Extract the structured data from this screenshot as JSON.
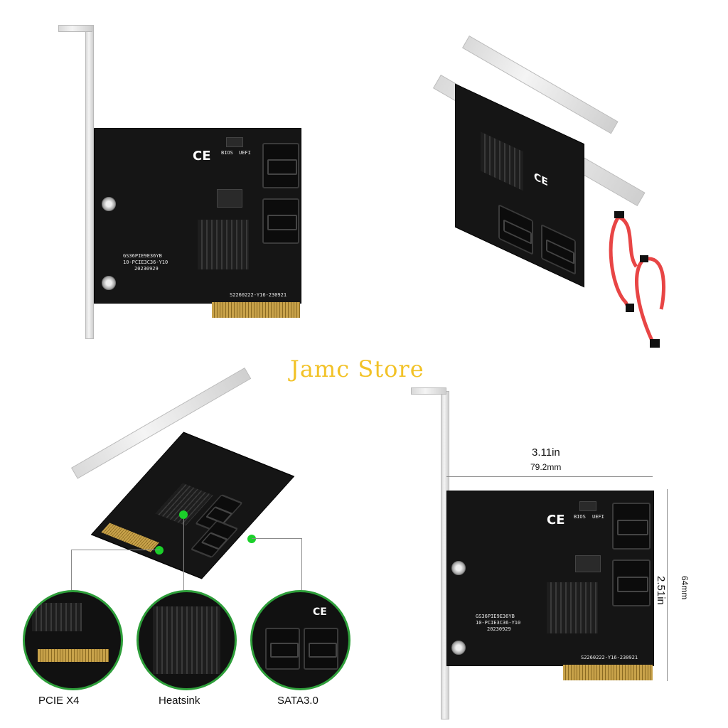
{
  "watermark": "Jamc Store",
  "silkscreen": {
    "bios_label": "BIOS",
    "uefi_label": "UEFI",
    "model_text_1": "GS36PIE9E36YB",
    "model_text_2": "10-PCIE3C36-Y10",
    "model_text_3": "20230929",
    "serial_text": "S2260222-Y16-230921",
    "ce_mark": "CE"
  },
  "callouts": [
    {
      "label": "PCIE X4"
    },
    {
      "label": "Heatsink"
    },
    {
      "label": "SATA3.0"
    }
  ],
  "dimensions": {
    "width_in": "3.11in",
    "width_mm": "79.2mm",
    "height_in": "2.51in",
    "height_mm": "64mm"
  },
  "colors": {
    "watermark": "#f2c227",
    "callout_ring": "#2e9e3a",
    "marker_dot": "#1bd02a",
    "sata_cable": "#e84545"
  }
}
